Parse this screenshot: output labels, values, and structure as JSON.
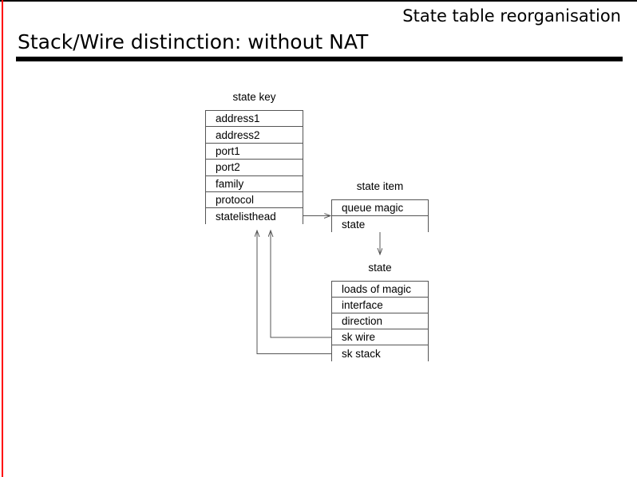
{
  "header": {
    "deck_title": "State table reorganisation",
    "slide_title": "Stack/Wire distinction: without NAT"
  },
  "colors": {
    "accent_rule": "#ff0000",
    "title_bar": "#000000",
    "box_border": "#555555",
    "text": "#000000",
    "background": "#ffffff"
  },
  "diagram": {
    "structs": [
      {
        "id": "state-key",
        "label": "state key",
        "fields": [
          "address1",
          "address2",
          "port1",
          "port2",
          "family",
          "protocol",
          "statelisthead"
        ]
      },
      {
        "id": "state-item",
        "label": "state item",
        "fields": [
          "queue magic",
          "state"
        ]
      },
      {
        "id": "state",
        "label": "state",
        "fields": [
          "loads of magic",
          "interface",
          "direction",
          "sk wire",
          "sk stack"
        ]
      }
    ],
    "connections": [
      {
        "name": "statelisthead-to-state-item",
        "from": "state key.statelisthead",
        "to": "state item",
        "style": "arrow-right"
      },
      {
        "name": "state-item-to-state",
        "from": "state item",
        "to": "state",
        "style": "arrow-down"
      },
      {
        "name": "sk-wire-to-state-key",
        "from": "state.sk wire",
        "to": "state key",
        "style": "arrow-up-elbow"
      },
      {
        "name": "sk-stack-to-state-key",
        "from": "state.sk stack",
        "to": "state key",
        "style": "arrow-up-elbow"
      }
    ]
  }
}
